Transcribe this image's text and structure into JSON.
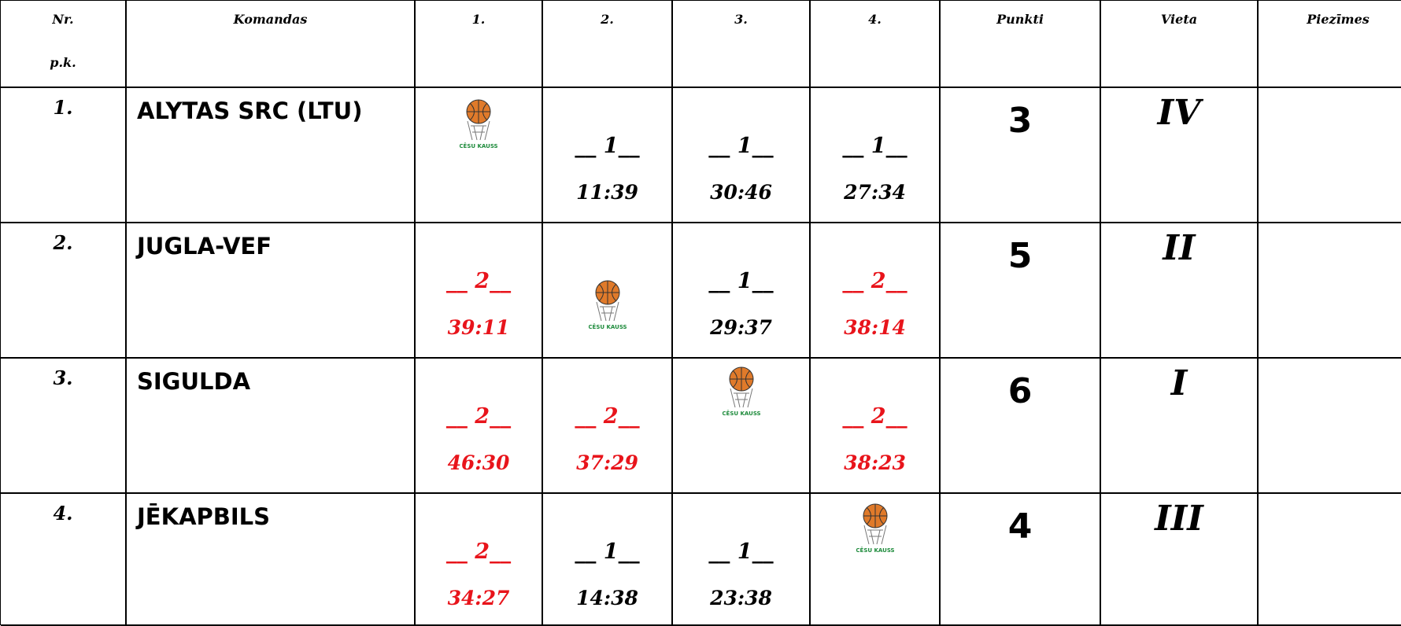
{
  "headers": {
    "nr_line1": "Nr.",
    "nr_line2": "p.k.",
    "team": "Komandas",
    "g1": "1.",
    "g2": "2.",
    "g3": "3.",
    "g4": "4.",
    "points": "Punkti",
    "place": "Vieta",
    "notes": "Piezīmes"
  },
  "logo": {
    "text": "CĒSU KAUSS",
    "ball_color": "#e07a2a",
    "text_color": "#1c8a3a"
  },
  "accent_color": "#e8141b",
  "rows": [
    {
      "num": "1.",
      "team": "ALYTAS SRC (LTU)",
      "cells": [
        {
          "score": "",
          "ratio": ""
        },
        {
          "score": "__ 1__",
          "ratio": "11:39"
        },
        {
          "score": "__ 1__",
          "ratio": "30:46"
        },
        {
          "score": "__ 1__",
          "ratio": "27:34"
        }
      ],
      "points": "3",
      "place": "IV",
      "notes": ""
    },
    {
      "num": "2.",
      "team": "JUGLA-VEF",
      "cells": [
        {
          "score": "__ 2__",
          "ratio": "39:11"
        },
        {
          "score": "",
          "ratio": ""
        },
        {
          "score": "__ 1__",
          "ratio": "29:37"
        },
        {
          "score": "__ 2__",
          "ratio": "38:14"
        }
      ],
      "points": "5",
      "place": "II",
      "notes": ""
    },
    {
      "num": "3.",
      "team": "SIGULDA",
      "cells": [
        {
          "score": "__ 2__",
          "ratio": "46:30"
        },
        {
          "score": "__ 2__",
          "ratio": "37:29"
        },
        {
          "score": "",
          "ratio": ""
        },
        {
          "score": "__ 2__",
          "ratio": "38:23"
        }
      ],
      "points": "6",
      "place": "I",
      "notes": ""
    },
    {
      "num": "4.",
      "team": "JĒKAPBILS",
      "cells": [
        {
          "score": "__ 2__",
          "ratio": "34:27"
        },
        {
          "score": "__ 1__",
          "ratio": "14:38"
        },
        {
          "score": "__ 1__",
          "ratio": "23:38"
        },
        {
          "score": "",
          "ratio": ""
        }
      ],
      "points": "4",
      "place": "III",
      "notes": ""
    }
  ]
}
